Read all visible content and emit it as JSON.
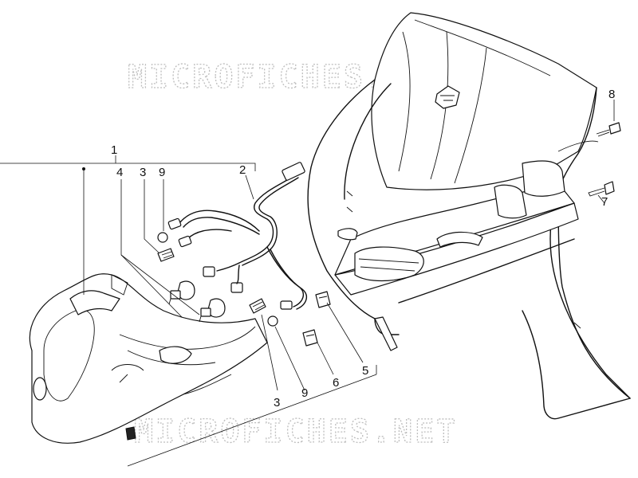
{
  "watermark": {
    "top": "MICROFICHES.NET",
    "bottom": "MICROFICHES.NET"
  },
  "callouts": {
    "c1": "1",
    "c2": "2",
    "c3a": "3",
    "c4": "4",
    "c9a": "9",
    "c3b": "3",
    "c9b": "9",
    "c6": "6",
    "c5": "5",
    "c7": "7",
    "c8": "8"
  }
}
